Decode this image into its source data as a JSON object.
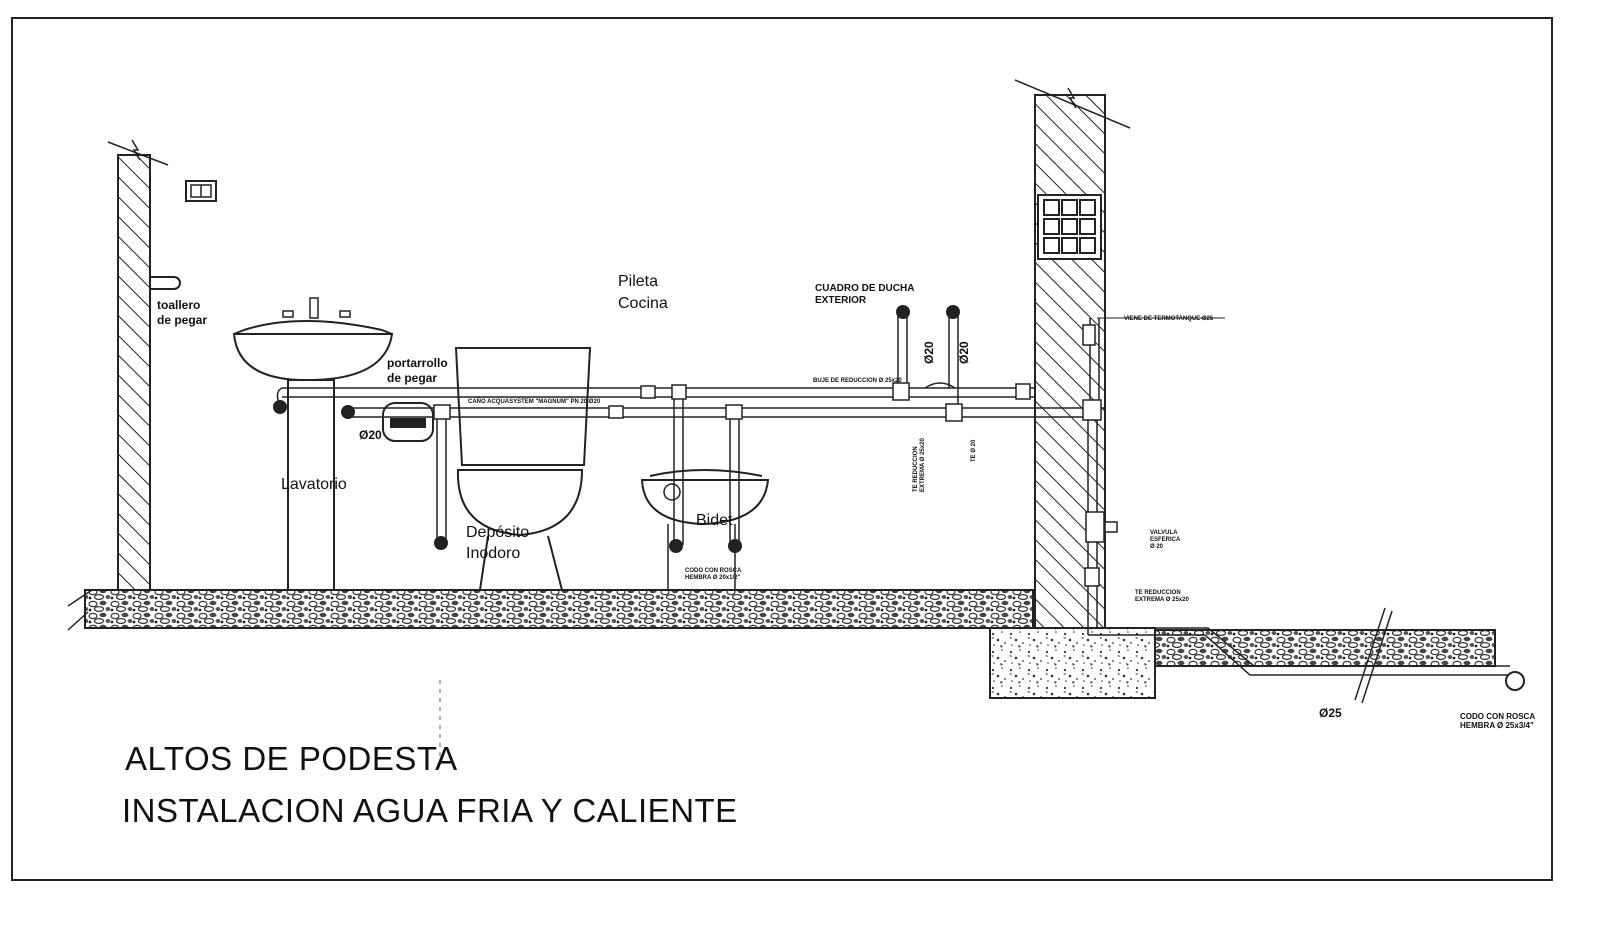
{
  "labels": {
    "toallero": [
      "toallero",
      "de pegar"
    ],
    "portarrollo": [
      "portarrollo",
      "de pegar"
    ],
    "lavatorio": "Lavatorio",
    "deposito": [
      "Depósito",
      "Inodoro"
    ],
    "bidet": "Bidet",
    "pileta": [
      "Pileta",
      "Cocina"
    ],
    "cuadro_ducha": [
      "CUADRO DE DUCHA",
      "EXTERIOR"
    ],
    "buje": "BUJE DE REDUCCION Ø 25x20",
    "cano": "CAÑO ACQUASYSTEM \"MAGNUM\" PN 20 Ø20",
    "d20_left": "Ø20",
    "d20_v1": "Ø20",
    "d20_v2": "Ø20",
    "te_reduccion_mid": [
      "TE REDUCCION",
      "EXTREMA Ø 25x20"
    ],
    "te_20": "TE Ø 20",
    "viene_termotanque": "VIENE DE TERMOTANQUE Ø25",
    "valvula": [
      "VALVULA",
      "ESFERICA",
      "Ø 20"
    ],
    "te_reduccion_right": [
      "TE REDUCCION",
      "EXTREMA Ø 25x20"
    ],
    "codo_bidet": [
      "CODO CON ROSCA",
      "HEMBRA Ø 20x1/2\""
    ],
    "d25": "Ø25",
    "codo_end": [
      "CODO CON ROSCA",
      "HEMBRA Ø 25x3/4\""
    ]
  },
  "title": {
    "line1": "ALTOS DE PODESTA",
    "line2": "INSTALACION AGUA FRIA Y CALIENTE"
  }
}
